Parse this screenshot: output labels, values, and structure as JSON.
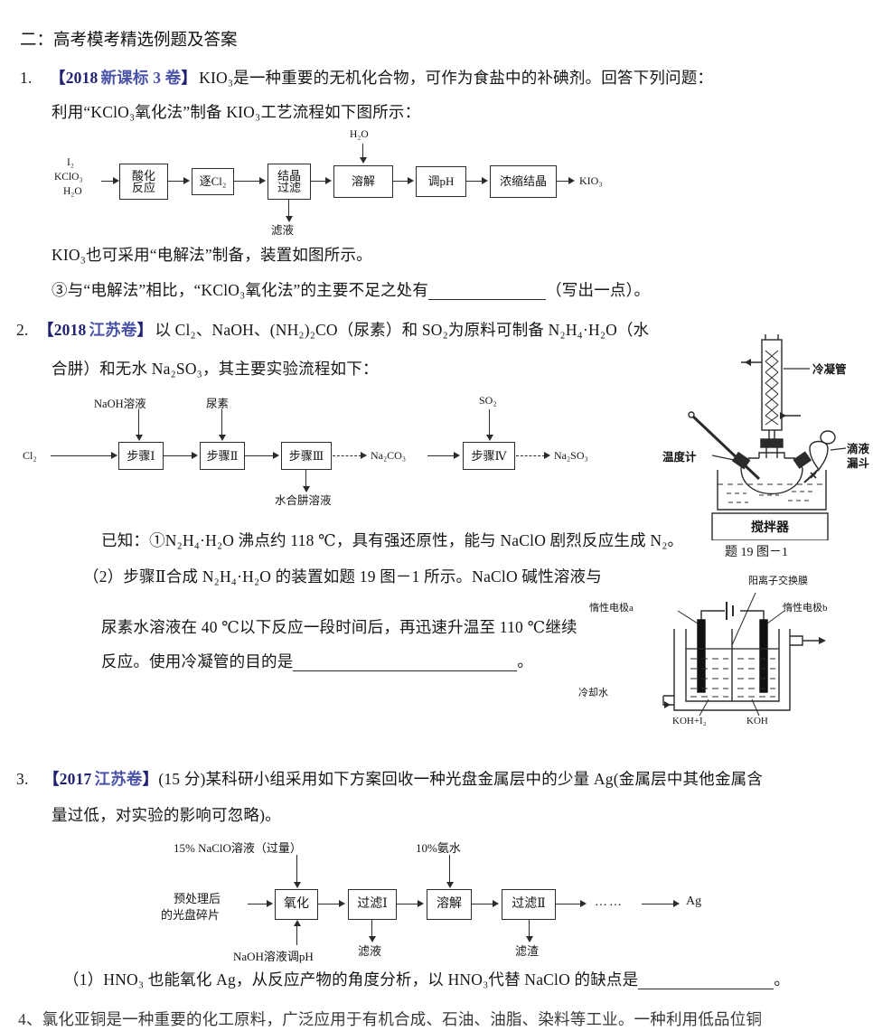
{
  "section": {
    "heading": "二：高考模考精选例题及答案"
  },
  "q1": {
    "number": "1.",
    "source_open": "【",
    "source_year": "2018",
    "source_name": "新课标 3 卷",
    "source_close": "】",
    "line1_rest": "KIO₃是一种重要的无机化合物，可作为食盐中的补碘剂。回答下列问题：",
    "line2": "利用“KClO₃氧化法”制备 KIO₃工艺流程如下图所示：",
    "line3": "KIO₃也可采用“电解法”制备，装置如图所示。",
    "line4_pre": "③与“电解法”相比，“KClO₃氧化法”的主要不足之处有",
    "line4_post": "（写出一点）。",
    "flow": {
      "inputs": [
        "I₂",
        "KClO₃",
        "H₂O"
      ],
      "boxes": [
        "酸化\n反应",
        "逐Cl₂",
        "结晶\n过滤",
        "溶解",
        "调pH",
        "浓缩结晶"
      ],
      "top_input": "H₂O",
      "bottom_output": "滤液",
      "final_output": "KIO₃"
    }
  },
  "q2": {
    "number": "2.",
    "source_open": "【",
    "source_year": "2018",
    "source_name": "江苏卷",
    "source_close": "】",
    "line1_rest": "以 Cl₂、NaOH、(NH₂)₂CO（尿素）和 SO₂为原料可制备 N₂H₄·H₂O（水",
    "line2": "合肼）和无水 Na₂SO₃，其主要实验流程如下：",
    "line3": "已知：①N₂H₄·H₂O 沸点约 118 ℃，具有强还原性，能与 NaClO 剧烈反应生成 N₂。",
    "line4": "（2）步骤Ⅱ合成 N₂H₄·H₂O 的装置如题 19 图－1 所示。NaClO 碱性溶液与",
    "line5": "尿素水溶液在 40 ℃以下反应一段时间后，再迅速升温至 110 ℃继续",
    "line6_pre": "反应。使用冷凝管的目的是",
    "line6_post": "。",
    "flow": {
      "start": "Cl₂",
      "top_labels": [
        "NaOH溶液",
        "尿素",
        "SO₂"
      ],
      "boxes": [
        "步骤Ⅰ",
        "步骤Ⅱ",
        "步骤Ⅲ",
        "步骤Ⅳ"
      ],
      "bottom_output": "水合肼溶液",
      "mid_product": "Na₂CO₃",
      "end_product": "Na₂SO₃"
    },
    "apparatus": {
      "caption": "题 19 图－1",
      "labels": {
        "condenser": "冷凝管",
        "thermometer": "温度计",
        "dropping_funnel_l1": "滴液",
        "dropping_funnel_l2": "漏斗",
        "stirrer": "搅拌器"
      }
    },
    "cell": {
      "membrane": "阳离子交换膜",
      "electrode_a": "惰性电极a",
      "electrode_b": "惰性电极b",
      "coolant": "冷却水",
      "left_solution": "KOH+I₂",
      "right_solution": "KOH"
    }
  },
  "q3": {
    "number": "3.",
    "source_open": "【",
    "source_year": "2017",
    "source_name": "江苏卷",
    "source_close": "】",
    "line1_rest": "(15 分)某科研小组采用如下方案回收一种光盘金属层中的少量 Ag(金属层中其他金属含",
    "line2": "量过低，对实验的影响可忽略)。",
    "line3_pre": "（1）HNO₃ 也能氧化 Ag，从反应产物的角度分析，以 HNO₃代替 NaClO 的缺点是",
    "line3_post": "。",
    "flow": {
      "input_l1": "预处理后",
      "input_l2": "的光盘碎片",
      "top_labels": [
        "15% NaClO溶液（过量）",
        "10%氨水"
      ],
      "bottom_label": "NaOH溶液调pH",
      "boxes": [
        "氧化",
        "过滤Ⅰ",
        "溶解",
        "过滤Ⅱ"
      ],
      "outputs": [
        "滤液",
        "滤渣"
      ],
      "ellipsis": "……",
      "final_output": "Ag"
    }
  },
  "q4": {
    "line1": "4、氯化亚铜是一种重要的化工原料，广泛应用于有机合成、石油、油脂、染料等工业。一种利用低品位铜"
  },
  "colors": {
    "source_blue": "#2f2f8f",
    "text": "#161616",
    "stroke": "#2b2b2b"
  }
}
